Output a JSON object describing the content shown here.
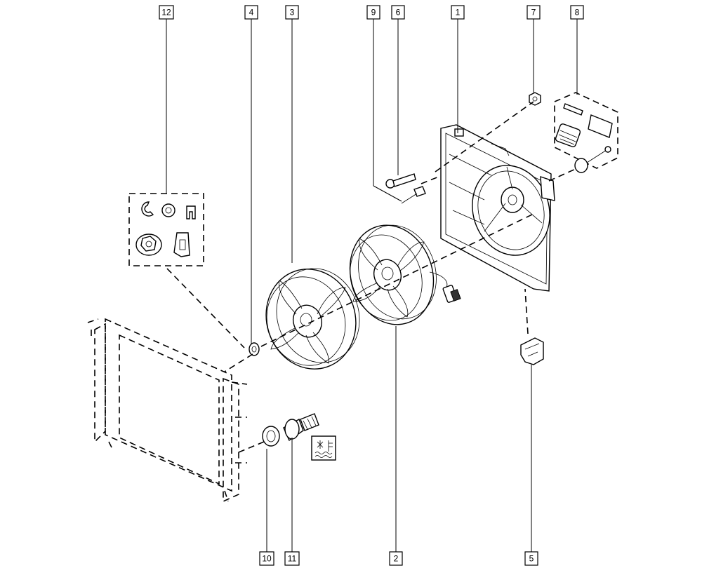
{
  "diagram": {
    "callouts": [
      {
        "label": "12"
      },
      {
        "label": "4"
      },
      {
        "label": "3"
      },
      {
        "label": "9"
      },
      {
        "label": "6"
      },
      {
        "label": "1"
      },
      {
        "label": "7"
      },
      {
        "label": "8"
      },
      {
        "label": "10"
      },
      {
        "label": "11"
      },
      {
        "label": "2"
      },
      {
        "label": "5"
      }
    ],
    "icons": [
      "radiator-icon",
      "fan-blade-icon",
      "fan-motor-icon",
      "fan-shroud-icon",
      "clip-icon",
      "nut-icon",
      "screw-icon",
      "fastener-kit-icon",
      "resistor-kit-icon",
      "seal-ring-icon",
      "temperature-switch-icon",
      "coolant-temperature-symbol-icon"
    ],
    "colors": {
      "line": "#000000",
      "background": "#ffffff"
    }
  }
}
